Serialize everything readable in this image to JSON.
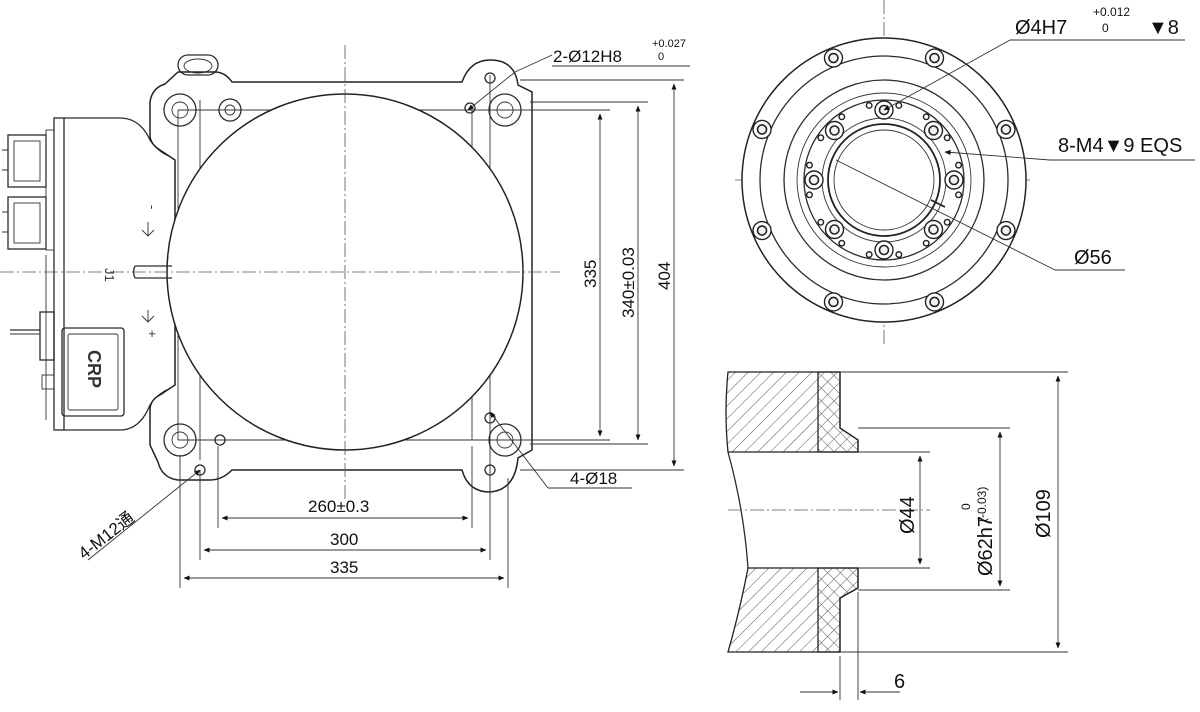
{
  "left_view": {
    "hole_callout_top": "2-Ø12H8",
    "hole_callout_top_tol_upper": "+0.027",
    "hole_callout_top_tol_lower": "0",
    "hole_callout_bolt": "4-Ø18",
    "hole_callout_thread": "4-M12通",
    "dim_height_inner": "335",
    "dim_height_pitch": "340±0.03",
    "dim_height_outer": "404",
    "dim_width_pitch": "260±0.3",
    "dim_width_mid": "300",
    "dim_width_outer": "335",
    "joint_label": "J1",
    "dir_minus": "-",
    "dir_plus": "+",
    "brand_label": "CRP"
  },
  "front_view": {
    "pin_hole": "Ø4H7",
    "pin_hole_tol_upper": "+0.012",
    "pin_hole_tol_lower": "0",
    "pin_hole_depth": "▼8",
    "thread_holes": "8-M4▼9 EQS",
    "bore": "Ø56"
  },
  "section_view": {
    "dim_inner": "Ø44",
    "dim_spigot": "Ø62h7",
    "dim_spigot_tol_upper": "0",
    "dim_spigot_tol_lower": "(-0.03)",
    "dim_outer": "Ø109",
    "dim_step": "6"
  }
}
